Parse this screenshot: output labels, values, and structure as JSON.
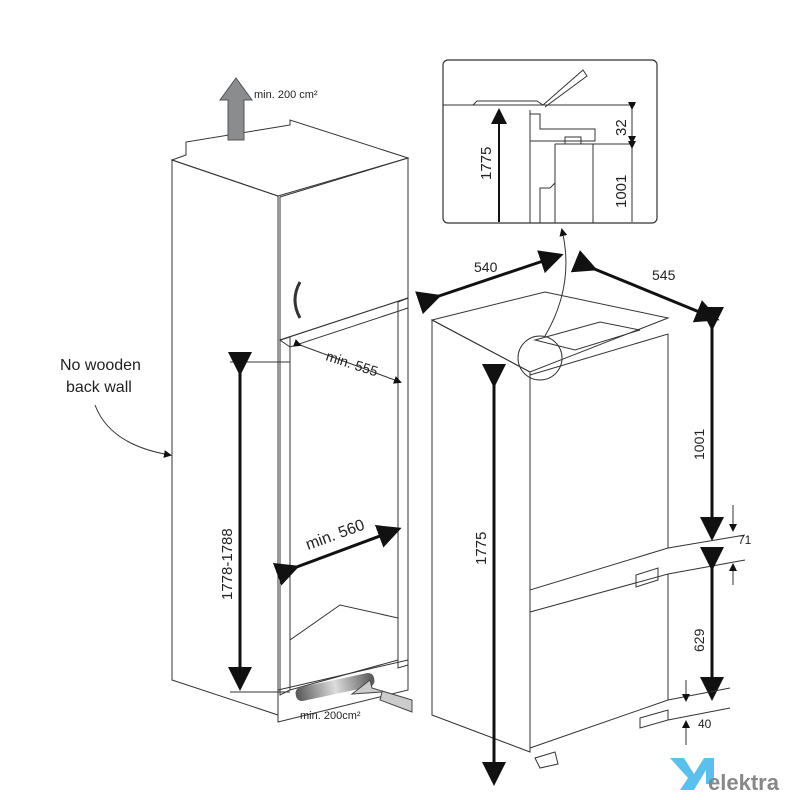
{
  "cabinet": {
    "top_vent_label": "min. 200 cm²",
    "back_wall_note_line1": "No wooden",
    "back_wall_note_line2": "back wall",
    "depth_label": "min. 555",
    "width_label": "min. 560",
    "height_label": "1778-1788",
    "bottom_vent_label": "min. 200cm²"
  },
  "appliance": {
    "width_label": "540",
    "depth_label": "545",
    "height_label": "1775",
    "upper_door_label": "1001",
    "gap_label": "71",
    "lower_door_label": "629",
    "bottom_label": "40"
  },
  "detail_inset": {
    "height_label": "1775",
    "gap_label": "32",
    "door_label": "1001"
  },
  "logo": {
    "text": "elektra",
    "color": "#5bc0eb"
  },
  "colors": {
    "door_gray": "#a9acae",
    "frame_gray": "#9b9ea0"
  }
}
